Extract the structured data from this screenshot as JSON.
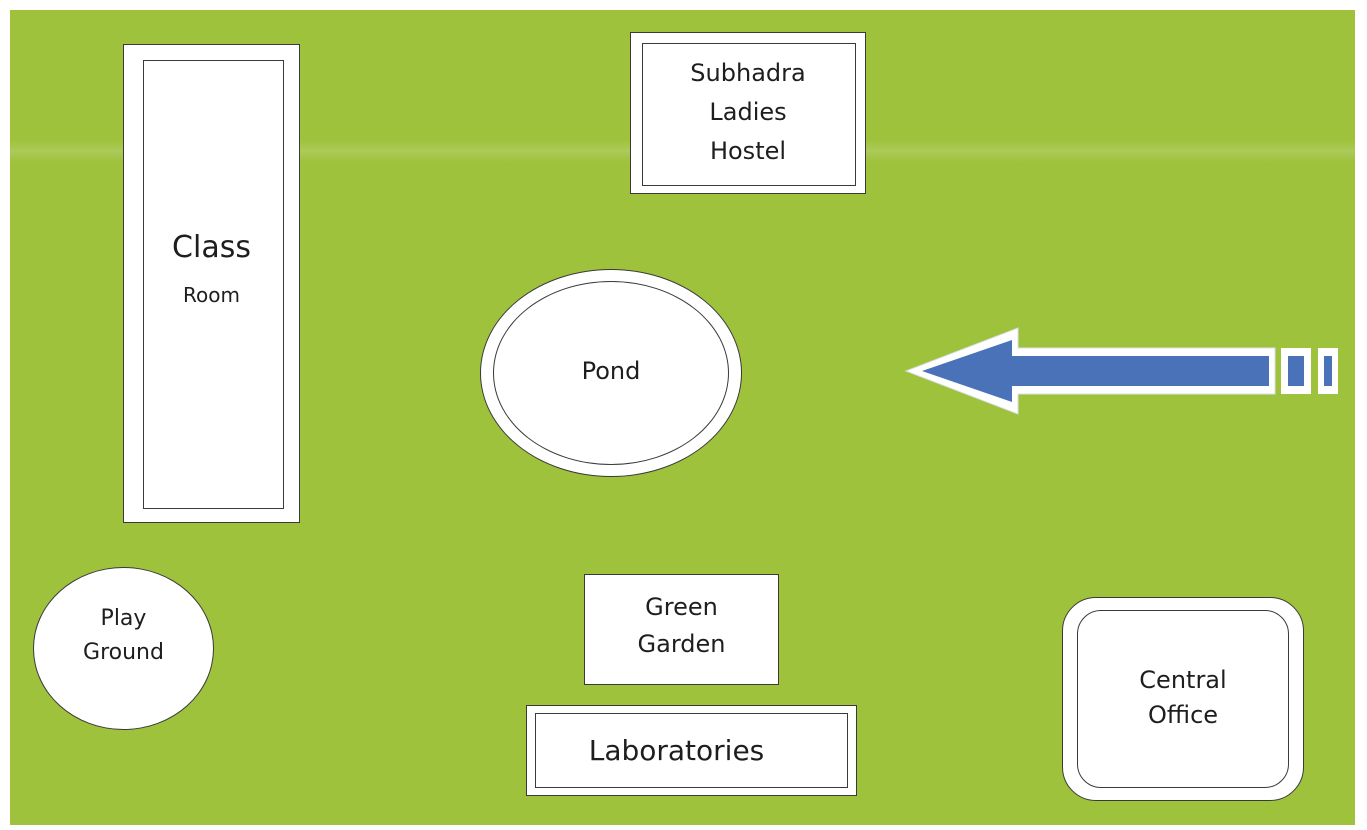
{
  "map": {
    "buildings": {
      "class_room": {
        "line1": "Class",
        "line2": "Room"
      },
      "hostel": {
        "line1": "Subhadra",
        "line2": "Ladies",
        "line3": "Hostel"
      },
      "pond": {
        "label": "Pond"
      },
      "play_ground": {
        "line1": "Play",
        "line2": "Ground"
      },
      "green_garden": {
        "line1": "Green",
        "line2": "Garden"
      },
      "laboratories": {
        "label": "Laboratories"
      },
      "central_office": {
        "line1": "Central",
        "line2": "Office"
      }
    },
    "arrow": {
      "direction": "left",
      "color": "#4a72b8",
      "icon": "left-arrow-icon"
    },
    "colors": {
      "background": "#9fc23d",
      "buildings": "#ffffff"
    }
  }
}
